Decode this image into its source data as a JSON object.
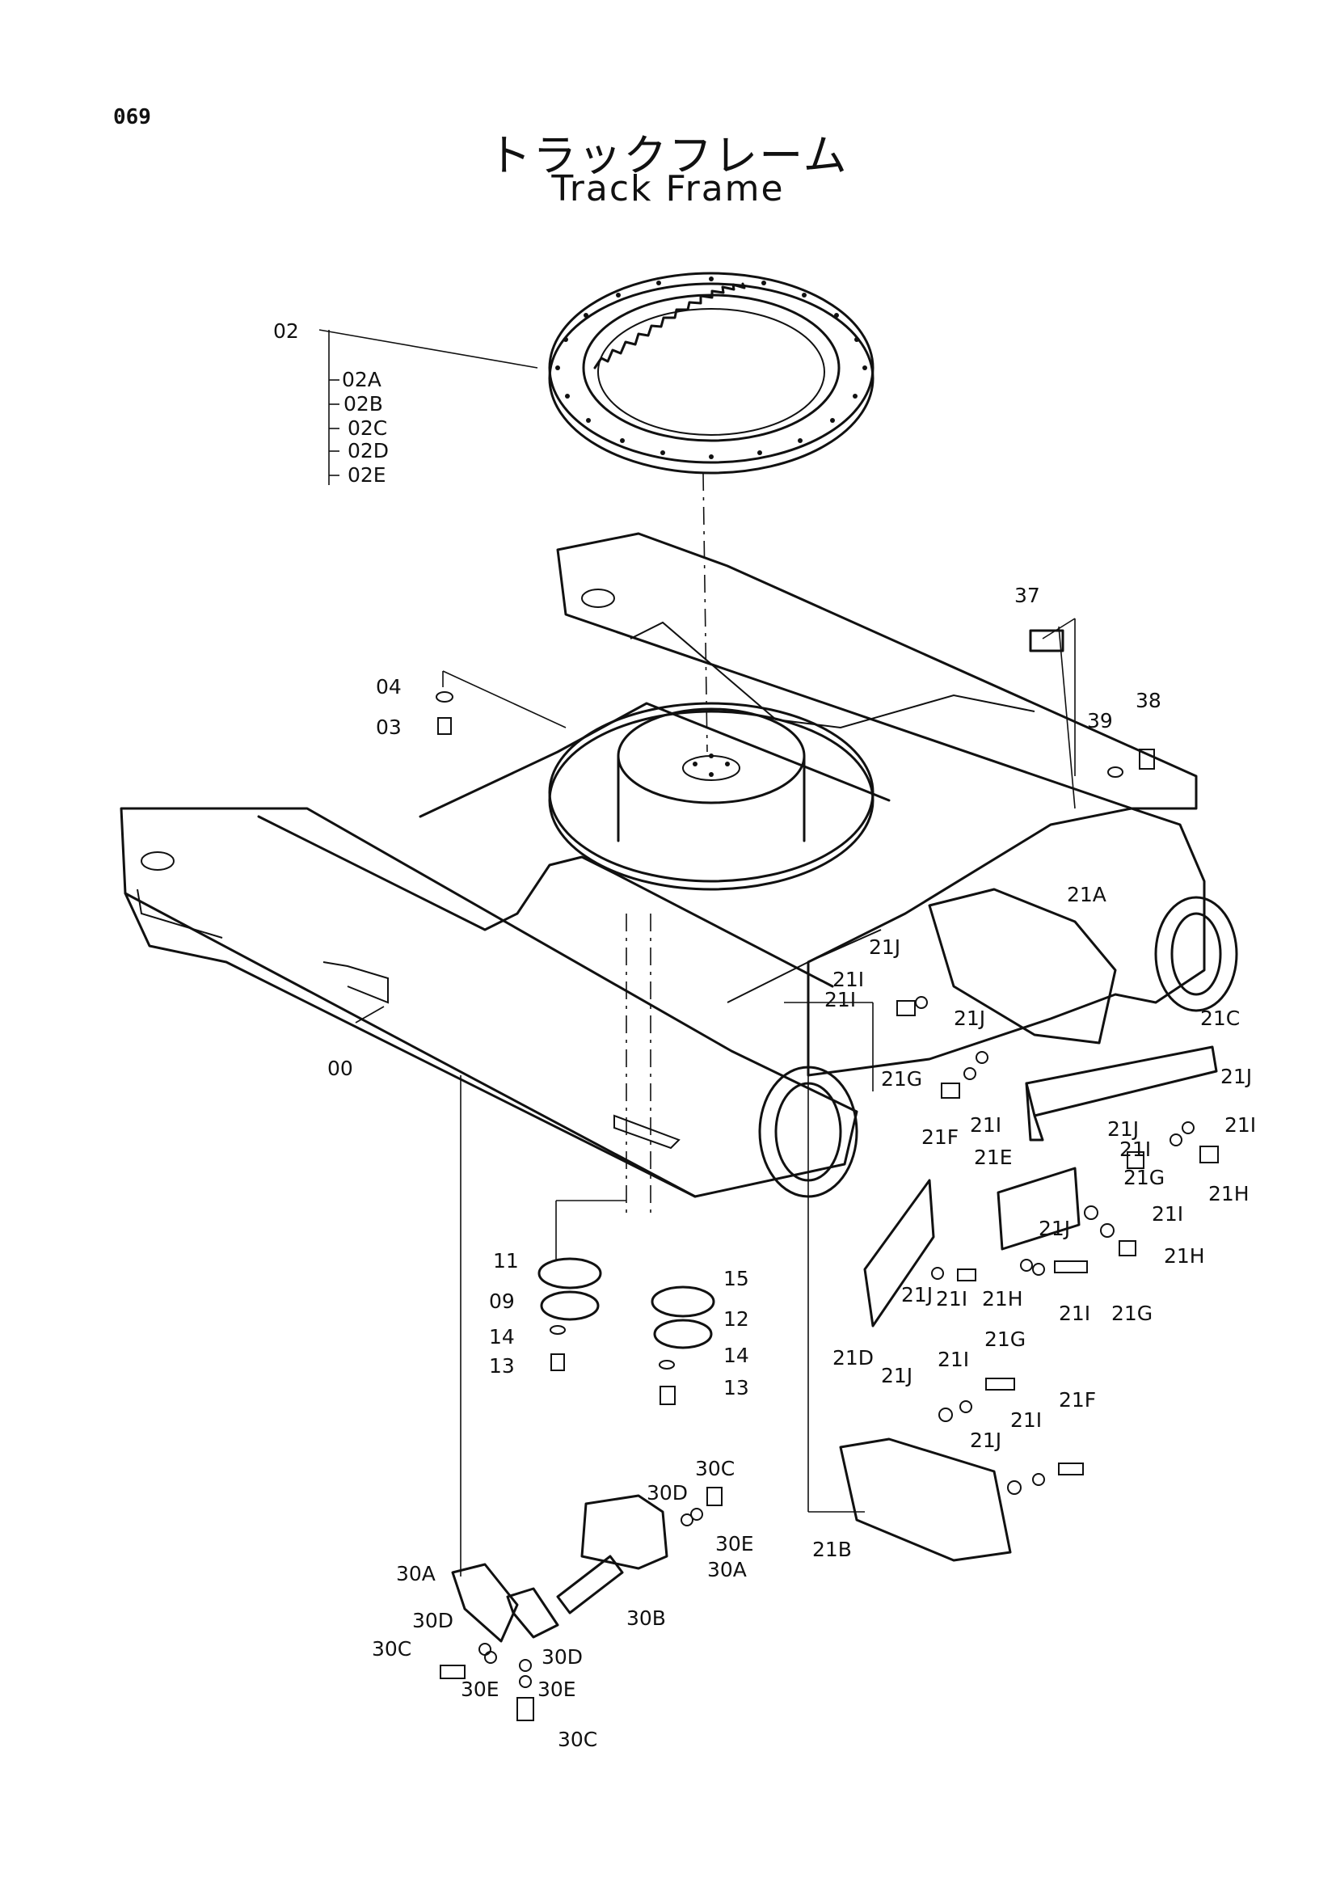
{
  "page": {
    "number": "069"
  },
  "title": {
    "japanese": "トラックフレーム",
    "english": "Track Frame"
  },
  "labels": {
    "p00": "00",
    "p02": "02",
    "p02a": "02A",
    "p02b": "02B",
    "p02c": "02C",
    "p02d": "02D",
    "p02e": "02E",
    "p03": "03",
    "p04": "04",
    "p09": "09",
    "p11": "11",
    "p12": "12",
    "p13a": "13",
    "p13b": "13",
    "p14a": "14",
    "p14b": "14",
    "p15": "15",
    "p21a": "21A",
    "p21b": "21B",
    "p21c": "21C",
    "p21d": "21D",
    "p21e": "21E",
    "p21f_1": "21F",
    "p21f_2": "21F",
    "p21g_1": "21G",
    "p21g_2": "21G",
    "p21g_3": "21G",
    "p21g_4": "21G",
    "p21h_1": "21H",
    "p21h_2": "21H",
    "p21h_3": "21H",
    "p21i_1": "21I",
    "p21i_2": "21I",
    "p21i_3": "21I",
    "p21i_4": "21I",
    "p21i_5": "21I",
    "p21i_6": "21I",
    "p21i_7": "21I",
    "p21i_8": "21I",
    "p21i_9": "21I",
    "p21i_10": "21I",
    "p21j_1": "21J",
    "p21j_2": "21J",
    "p21j_3": "21J",
    "p21j_4": "21J",
    "p21j_5": "21J",
    "p21j_6": "21J",
    "p21j_7": "21J",
    "p21j_8": "21J",
    "p30a_1": "30A",
    "p30a_2": "30A",
    "p30b": "30B",
    "p30c_1": "30C",
    "p30c_2": "30C",
    "p30c_3": "30C",
    "p30d_1": "30D",
    "p30d_2": "30D",
    "p30d_3": "30D",
    "p30e_1": "30E",
    "p30e_2": "30E",
    "p30e_3": "30E",
    "p37": "37",
    "p38": "38",
    "p39": "39"
  }
}
